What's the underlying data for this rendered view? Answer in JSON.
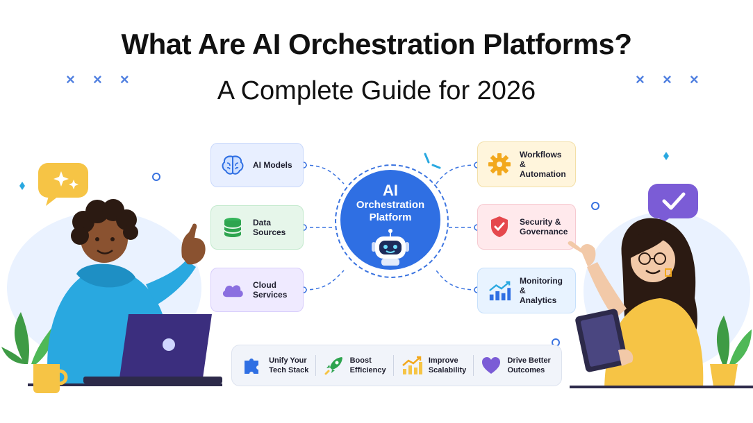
{
  "header": {
    "title": "What Are AI Orchestration Platforms?",
    "subtitle": "A Complete Guide for 2026",
    "decor_marks": "× × ×"
  },
  "hub": {
    "line1": "AI",
    "line2": "Orchestration",
    "line3": "Platform"
  },
  "left_nodes": [
    {
      "label": "AI Models",
      "icon": "brain-icon"
    },
    {
      "label": "Data Sources",
      "icon": "database-icon"
    },
    {
      "label": "Cloud Services",
      "icon": "cloud-icon"
    }
  ],
  "right_nodes": [
    {
      "line1": "Workflows",
      "line2": "& Automation",
      "icon": "gear-icon"
    },
    {
      "line1": "Security &",
      "line2": "Governance",
      "icon": "shield-icon"
    },
    {
      "line1": "Monitoring &",
      "line2": "Analytics",
      "icon": "analytics-chart-icon"
    }
  ],
  "benefits": [
    {
      "line1": "Unify Your",
      "line2": "Tech Stack",
      "icon": "puzzle-icon"
    },
    {
      "line1": "Boost",
      "line2": "Efficiency",
      "icon": "rocket-icon"
    },
    {
      "line1": "Improve",
      "line2": "Scalability",
      "icon": "growth-chart-icon"
    },
    {
      "line1": "Drive Better",
      "line2": "Outcomes",
      "icon": "heart-icon"
    }
  ],
  "colors": {
    "hub_blue": "#2f6fe3",
    "accent_yellow": "#f6c445",
    "accent_purple": "#7b5cd6",
    "accent_green": "#2ea44f",
    "accent_red": "#e5484d"
  }
}
